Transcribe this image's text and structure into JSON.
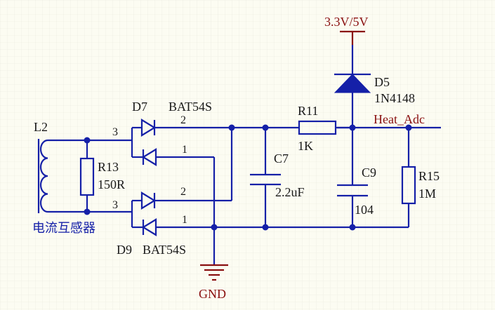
{
  "colors": {
    "background": "#fcfcf2",
    "grid": "#e8e8dc",
    "wire": "#1520a8",
    "power": "#8a1010",
    "text": "#1a1a1a"
  },
  "power": {
    "supply_label": "3.3V/5V",
    "ground_label": "GND"
  },
  "net": {
    "heat_adc": "Heat_Adc"
  },
  "components": {
    "L2": {
      "designator": "L2",
      "caption": "电流互感器"
    },
    "R13": {
      "designator": "R13",
      "value": "150R"
    },
    "D7": {
      "designator": "D7",
      "part": "BAT54S",
      "pin_a": "3",
      "pin_b": "2",
      "pin_c": "1"
    },
    "D9": {
      "designator": "D9",
      "part": "BAT54S",
      "pin_a": "3",
      "pin_b": "2",
      "pin_c": "1"
    },
    "R11": {
      "designator": "R11",
      "value": "1K"
    },
    "C7": {
      "designator": "C7",
      "value": "2.2uF"
    },
    "D5": {
      "designator": "D5",
      "part": "1N4148"
    },
    "C9": {
      "designator": "C9",
      "value": "104"
    },
    "R15": {
      "designator": "R15",
      "value": "1M"
    }
  }
}
